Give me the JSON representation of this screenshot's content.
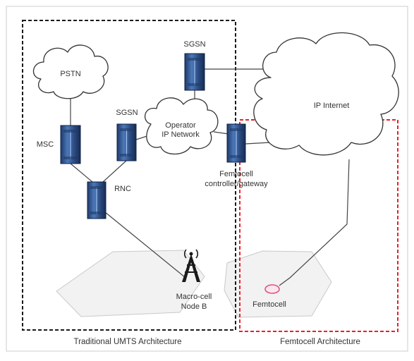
{
  "diagram": {
    "labels": {
      "sgsn_top": "SGSN",
      "pstn": "PSTN",
      "sgsn_left": "SGSN",
      "msc": "MSC",
      "operator_line1": "Operator",
      "operator_line2": "IP Network",
      "ip_internet": "IP Internet",
      "rnc": "RNC",
      "femto_gw_line1": "Femtocell",
      "femto_gw_line2": "controller/gateway",
      "macro_line1": "Macro-cell",
      "macro_line2": "Node B",
      "femtocell": "Femtocell"
    },
    "captions": {
      "traditional": "Traditional UMTS Architecture",
      "femtocell": "Femtocell Architecture"
    },
    "colors": {
      "traditional_border": "#1a1a1a",
      "femtocell_border": "#e8202a",
      "server_blue": "#2e4f86",
      "femto_device": "#e0557a"
    },
    "icons": {
      "server": "server-rack-icon",
      "tower": "antenna-tower-icon",
      "femto": "femtocell-device-icon"
    }
  }
}
